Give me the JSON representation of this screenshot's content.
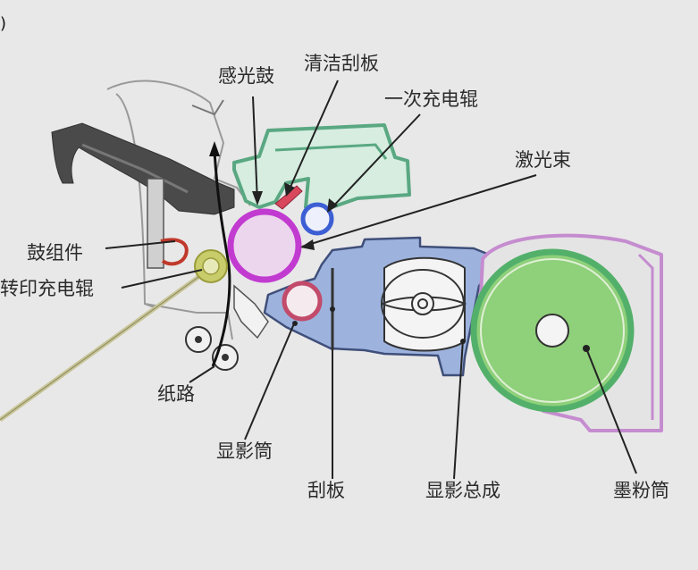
{
  "corner_mark": ")",
  "labels": {
    "drum": "感光鼓",
    "cleaning_blade": "清洁刮板",
    "primary_charge_roller": "一次充电辊",
    "laser_beam": "激光束",
    "drum_assembly": "鼓组件",
    "transfer_charge_roller": "转印充电辊",
    "paper_path": "纸路",
    "developer_cylinder": "显影筒",
    "doctor_blade": "刮板",
    "developer_assembly": "显影总成",
    "toner_cartridge": "墨粉筒"
  },
  "colors": {
    "drum": "#c23bd0",
    "drum_fill": "#ecd6ee",
    "primary_roller": "#3d5fd4",
    "developer_roller": "#c24a6a",
    "cleaning_blade": "#d9475c",
    "transfer_roller": "#c9cc6a",
    "green_housing": "#5aa882",
    "blue_housing": "#9db3de",
    "toner_green": "#8fd07a",
    "toner_ring": "#53b06a",
    "toner_outline": "#c58ccf",
    "dark_frame": "#4a4a4a",
    "laser_line": "#222222",
    "paper_beam": "#c8c597"
  }
}
